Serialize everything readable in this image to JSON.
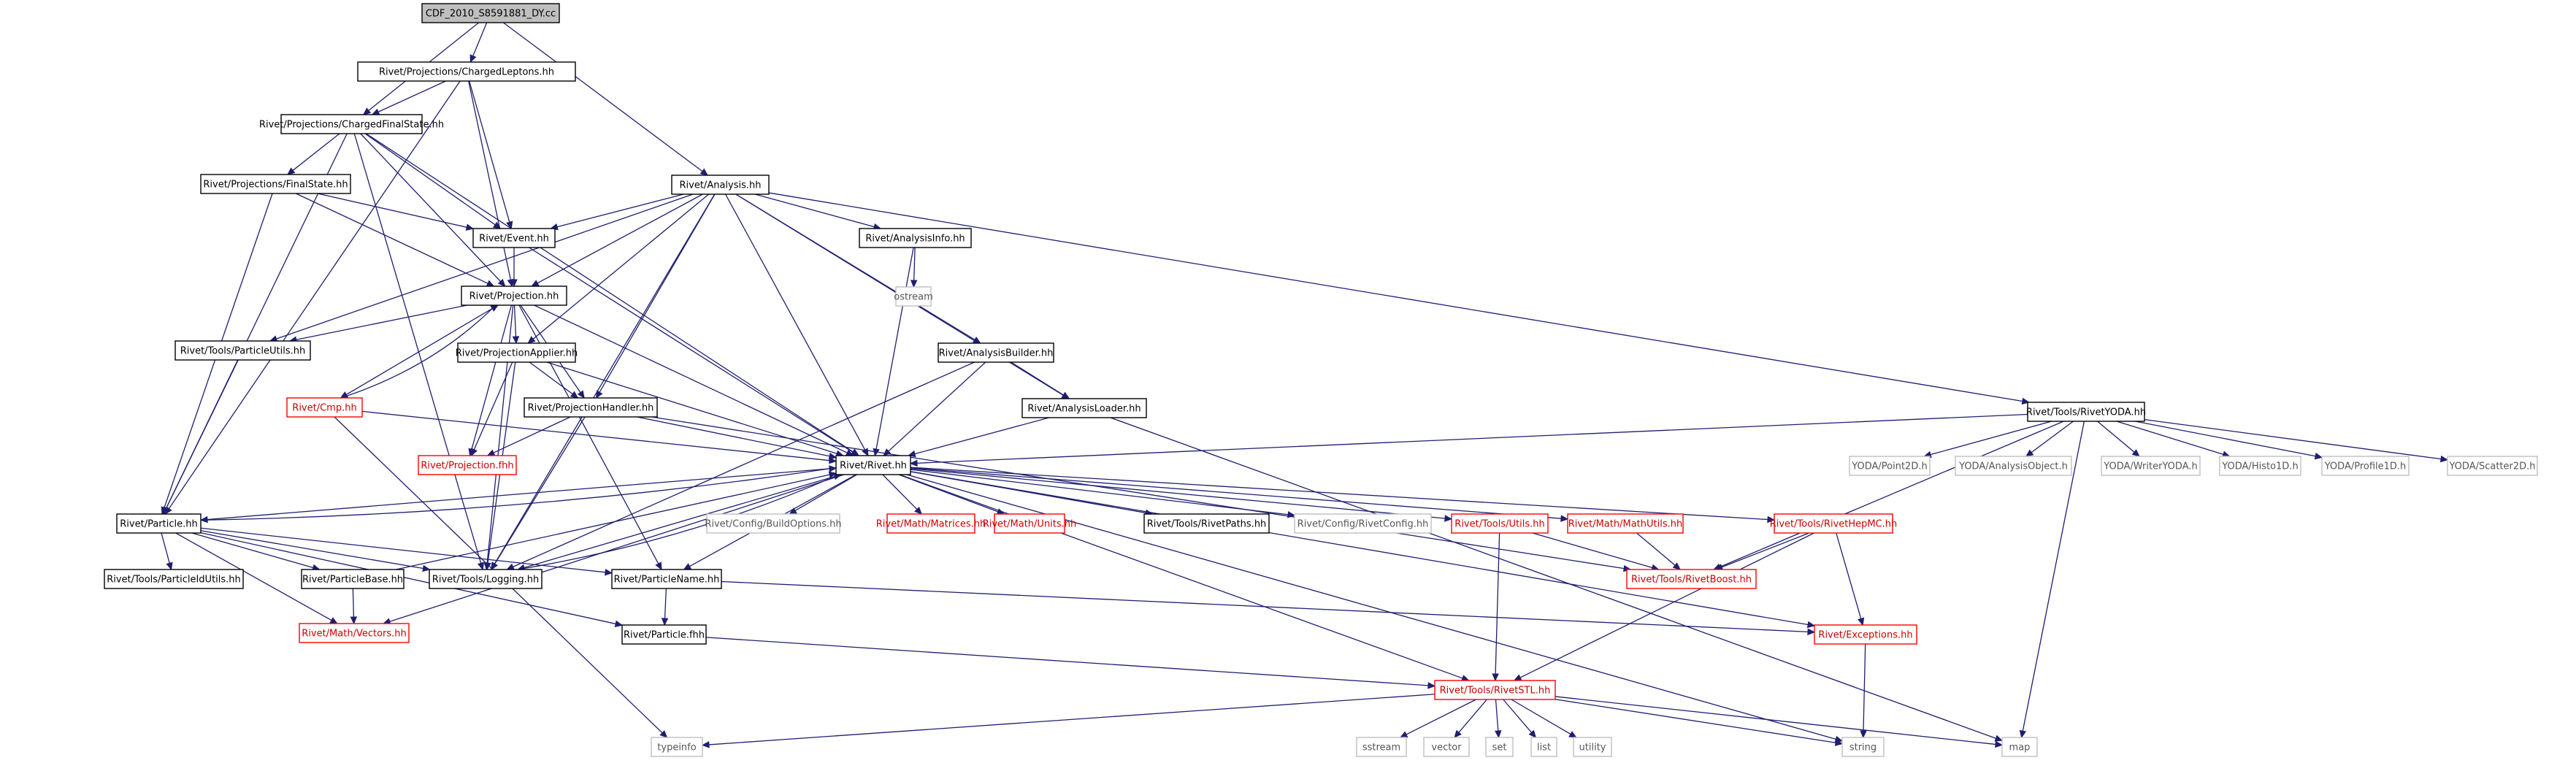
{
  "title": "CDF_2010_S8591881_DY.cc",
  "colors": {
    "edge": "#1f1f6f",
    "root_fill": "#bfbfbf",
    "normal_border": "#000000",
    "external_border": "#bfbfbf",
    "external_text": "#555555",
    "truncated_border": "#ff0000",
    "truncated_text": "#cc0000"
  },
  "nodes": [
    {
      "id": "root",
      "label": "CDF_2010_S8591881_DY.cc",
      "kind": "root"
    },
    {
      "id": "cl",
      "label": "Rivet/Projections/ChargedLeptons.hh",
      "kind": "normal"
    },
    {
      "id": "cfs",
      "label": "Rivet/Projections/ChargedFinalState.hh",
      "kind": "normal"
    },
    {
      "id": "fs",
      "label": "Rivet/Projections/FinalState.hh",
      "kind": "normal"
    },
    {
      "id": "ana",
      "label": "Rivet/Analysis.hh",
      "kind": "normal"
    },
    {
      "id": "event",
      "label": "Rivet/Event.hh",
      "kind": "normal"
    },
    {
      "id": "ainfo",
      "label": "Rivet/AnalysisInfo.hh",
      "kind": "normal"
    },
    {
      "id": "ostream",
      "label": "ostream",
      "kind": "external"
    },
    {
      "id": "proj",
      "label": "Rivet/Projection.hh",
      "kind": "normal"
    },
    {
      "id": "putils",
      "label": "Rivet/Tools/ParticleUtils.hh",
      "kind": "normal"
    },
    {
      "id": "papp",
      "label": "Rivet/ProjectionApplier.hh",
      "kind": "normal"
    },
    {
      "id": "abuild",
      "label": "Rivet/AnalysisBuilder.hh",
      "kind": "normal"
    },
    {
      "id": "aload",
      "label": "Rivet/AnalysisLoader.hh",
      "kind": "normal"
    },
    {
      "id": "cmp",
      "label": "Rivet/Cmp.hh",
      "kind": "truncated"
    },
    {
      "id": "phand",
      "label": "Rivet/ProjectionHandler.hh",
      "kind": "normal"
    },
    {
      "id": "projfhh",
      "label": "Rivet/Projection.fhh",
      "kind": "truncated"
    },
    {
      "id": "ryoda",
      "label": "Rivet/Tools/RivetYODA.hh",
      "kind": "normal"
    },
    {
      "id": "rivet",
      "label": "Rivet/Rivet.hh",
      "kind": "normal"
    },
    {
      "id": "particle",
      "label": "Rivet/Particle.hh",
      "kind": "normal"
    },
    {
      "id": "cbuild",
      "label": "Rivet/Config/BuildOptions.hh",
      "kind": "external"
    },
    {
      "id": "matrices",
      "label": "Rivet/Math/Matrices.hh",
      "kind": "truncated"
    },
    {
      "id": "units",
      "label": "Rivet/Math/Units.hh",
      "kind": "truncated"
    },
    {
      "id": "rpaths",
      "label": "Rivet/Tools/RivetPaths.hh",
      "kind": "normal"
    },
    {
      "id": "rconfig",
      "label": "Rivet/Config/RivetConfig.hh",
      "kind": "external"
    },
    {
      "id": "tutils",
      "label": "Rivet/Tools/Utils.hh",
      "kind": "truncated"
    },
    {
      "id": "mathutils",
      "label": "Rivet/Math/MathUtils.hh",
      "kind": "truncated"
    },
    {
      "id": "hepmc",
      "label": "Rivet/Tools/RivetHepMC.hh",
      "kind": "truncated"
    },
    {
      "id": "point2d",
      "label": "YODA/Point2D.h",
      "kind": "external"
    },
    {
      "id": "aobj",
      "label": "YODA/AnalysisObject.h",
      "kind": "external"
    },
    {
      "id": "wyoda",
      "label": "YODA/WriterYODA.h",
      "kind": "external"
    },
    {
      "id": "h1d",
      "label": "YODA/Histo1D.h",
      "kind": "external"
    },
    {
      "id": "p1d",
      "label": "YODA/Profile1D.h",
      "kind": "external"
    },
    {
      "id": "s2d",
      "label": "YODA/Scatter2D.h",
      "kind": "external"
    },
    {
      "id": "pidutils",
      "label": "Rivet/Tools/ParticleIdUtils.hh",
      "kind": "normal"
    },
    {
      "id": "pbase",
      "label": "Rivet/ParticleBase.hh",
      "kind": "normal"
    },
    {
      "id": "logging",
      "label": "Rivet/Tools/Logging.hh",
      "kind": "normal"
    },
    {
      "id": "pname",
      "label": "Rivet/ParticleName.hh",
      "kind": "normal"
    },
    {
      "id": "rboost",
      "label": "Rivet/Tools/RivetBoost.hh",
      "kind": "truncated"
    },
    {
      "id": "vectors",
      "label": "Rivet/Math/Vectors.hh",
      "kind": "truncated"
    },
    {
      "id": "pfhh",
      "label": "Rivet/Particle.fhh",
      "kind": "normal"
    },
    {
      "id": "exc",
      "label": "Rivet/Exceptions.hh",
      "kind": "truncated"
    },
    {
      "id": "rstl",
      "label": "Rivet/Tools/RivetSTL.hh",
      "kind": "truncated"
    },
    {
      "id": "typeinfo",
      "label": "typeinfo",
      "kind": "external"
    },
    {
      "id": "sstream",
      "label": "sstream",
      "kind": "external"
    },
    {
      "id": "vector",
      "label": "vector",
      "kind": "external"
    },
    {
      "id": "set",
      "label": "set",
      "kind": "external"
    },
    {
      "id": "list",
      "label": "list",
      "kind": "external"
    },
    {
      "id": "utility",
      "label": "utility",
      "kind": "external"
    },
    {
      "id": "string",
      "label": "string",
      "kind": "external"
    },
    {
      "id": "map",
      "label": "map",
      "kind": "external"
    }
  ],
  "edges": [
    [
      "root",
      "cl"
    ],
    [
      "root",
      "cfs"
    ],
    [
      "root",
      "ana"
    ],
    [
      "cl",
      "cfs"
    ],
    [
      "cl",
      "particle"
    ],
    [
      "cl",
      "event"
    ],
    [
      "cl",
      "proj"
    ],
    [
      "cfs",
      "fs"
    ],
    [
      "cfs",
      "event"
    ],
    [
      "cfs",
      "proj"
    ],
    [
      "cfs",
      "rivet"
    ],
    [
      "cfs",
      "particle"
    ],
    [
      "cfs",
      "logging"
    ],
    [
      "fs",
      "event"
    ],
    [
      "fs",
      "proj"
    ],
    [
      "fs",
      "particle"
    ],
    [
      "ana",
      "event"
    ],
    [
      "ana",
      "proj"
    ],
    [
      "ana",
      "ainfo"
    ],
    [
      "ana",
      "abuild"
    ],
    [
      "ana",
      "aload"
    ],
    [
      "ana",
      "ryoda"
    ],
    [
      "ana",
      "rivet"
    ],
    [
      "ana",
      "papp"
    ],
    [
      "ana",
      "phand"
    ],
    [
      "ana",
      "putils"
    ],
    [
      "ana",
      "logging"
    ],
    [
      "event",
      "proj"
    ],
    [
      "event",
      "rivet"
    ],
    [
      "ainfo",
      "ostream"
    ],
    [
      "ainfo",
      "rivet"
    ],
    [
      "proj",
      "putils"
    ],
    [
      "proj",
      "papp"
    ],
    [
      "proj",
      "phand"
    ],
    [
      "proj",
      "cmp"
    ],
    [
      "proj",
      "projfhh"
    ],
    [
      "proj",
      "rivet"
    ],
    [
      "proj",
      "logging"
    ],
    [
      "proj",
      "pname"
    ],
    [
      "putils",
      "particle"
    ],
    [
      "papp",
      "phand"
    ],
    [
      "papp",
      "projfhh"
    ],
    [
      "papp",
      "logging"
    ],
    [
      "papp",
      "rivet"
    ],
    [
      "abuild",
      "aload"
    ],
    [
      "abuild",
      "rivet"
    ],
    [
      "abuild",
      "logging"
    ],
    [
      "aload",
      "rivet"
    ],
    [
      "aload",
      "map"
    ],
    [
      "cmp",
      "proj"
    ],
    [
      "cmp",
      "rivet"
    ],
    [
      "cmp",
      "typeinfo"
    ],
    [
      "phand",
      "projfhh"
    ],
    [
      "phand",
      "rivet"
    ],
    [
      "phand",
      "logging"
    ],
    [
      "phand",
      "rboost"
    ],
    [
      "ryoda",
      "rivet"
    ],
    [
      "ryoda",
      "rboost"
    ],
    [
      "ryoda",
      "point2d"
    ],
    [
      "ryoda",
      "aobj"
    ],
    [
      "ryoda",
      "wyoda"
    ],
    [
      "ryoda",
      "h1d"
    ],
    [
      "ryoda",
      "p1d"
    ],
    [
      "ryoda",
      "s2d"
    ],
    [
      "ryoda",
      "map"
    ],
    [
      "rivet",
      "particle"
    ],
    [
      "rivet",
      "cbuild"
    ],
    [
      "rivet",
      "matrices"
    ],
    [
      "rivet",
      "units"
    ],
    [
      "rivet",
      "rpaths"
    ],
    [
      "rivet",
      "rconfig"
    ],
    [
      "rivet",
      "tutils"
    ],
    [
      "rivet",
      "mathutils"
    ],
    [
      "rivet",
      "hepmc"
    ],
    [
      "rivet",
      "exc"
    ],
    [
      "rivet",
      "rstl"
    ],
    [
      "rivet",
      "logging"
    ],
    [
      "rivet",
      "pname"
    ],
    [
      "rivet",
      "vectors"
    ],
    [
      "rivet",
      "string"
    ],
    [
      "particle",
      "rivet"
    ],
    [
      "particle",
      "pidutils"
    ],
    [
      "particle",
      "pbase"
    ],
    [
      "particle",
      "logging"
    ],
    [
      "particle",
      "pname"
    ],
    [
      "particle",
      "vectors"
    ],
    [
      "particle",
      "pfhh"
    ],
    [
      "pbase",
      "rivet"
    ],
    [
      "pbase",
      "vectors"
    ],
    [
      "logging",
      "rivet"
    ],
    [
      "pname",
      "pfhh"
    ],
    [
      "pname",
      "exc"
    ],
    [
      "pfhh",
      "rstl"
    ],
    [
      "tutils",
      "rboost"
    ],
    [
      "tutils",
      "rstl"
    ],
    [
      "mathutils",
      "rboost"
    ],
    [
      "hepmc",
      "rboost"
    ],
    [
      "hepmc",
      "rstl"
    ],
    [
      "hepmc",
      "exc"
    ],
    [
      "exc",
      "string"
    ],
    [
      "rstl",
      "typeinfo"
    ],
    [
      "rstl",
      "sstream"
    ],
    [
      "rstl",
      "vector"
    ],
    [
      "rstl",
      "set"
    ],
    [
      "rstl",
      "list"
    ],
    [
      "rstl",
      "utility"
    ],
    [
      "rstl",
      "string"
    ],
    [
      "rstl",
      "map"
    ]
  ]
}
